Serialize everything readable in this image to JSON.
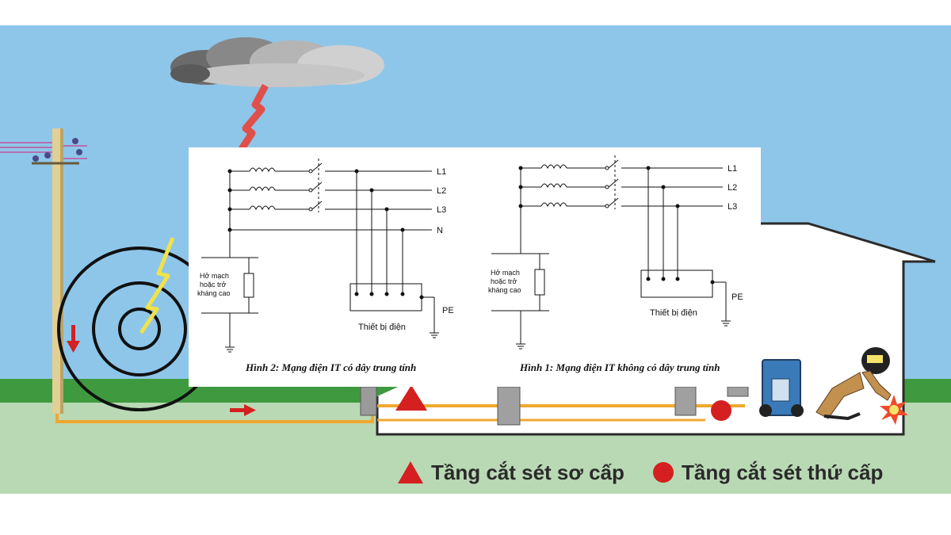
{
  "figure_left": {
    "lines": [
      "L1",
      "L2",
      "L3",
      "N"
    ],
    "pe_label": "PE",
    "device_label": "Thiết bị điện",
    "impedance_label": [
      "Hở mạch",
      "hoặc trở",
      "kháng cao"
    ],
    "caption": "Hình 2: Mạng điện IT có dây trung tính"
  },
  "figure_right": {
    "lines": [
      "L1",
      "L2",
      "L3"
    ],
    "pe_label": "PE",
    "device_label": "Thiết bị điện",
    "impedance_label": [
      "Hở mạch",
      "hoặc trở",
      "kháng cao"
    ],
    "caption": "Hình 1: Mạng điện IT không có dây trung tính"
  },
  "legend": {
    "primary": {
      "label": "Tầng cắt sét sơ cấp",
      "icon": "red-triangle-icon",
      "color": "#d42020"
    },
    "secondary": {
      "label": "Tầng cắt sét thứ cấp",
      "icon": "red-circle-icon",
      "color": "#d42020"
    }
  },
  "colors": {
    "sky": "#8ec6ea",
    "grass": "#3f9a3f",
    "ground": "#b9d9b4",
    "lightning": "#f0e24a",
    "strike": "#e0504a",
    "cable": "#f0a830"
  }
}
